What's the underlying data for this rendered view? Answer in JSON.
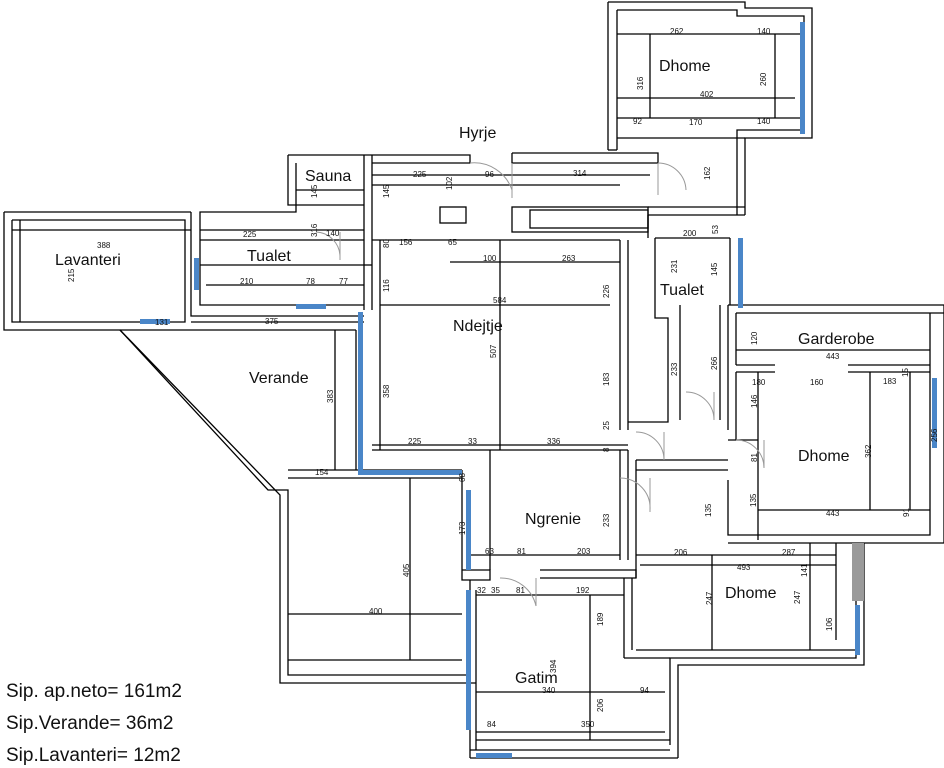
{
  "rooms": {
    "dhome_top": "Dhome",
    "hyrje": "Hyrje",
    "sauna": "Sauna",
    "tualet_left": "Tualet",
    "lavanteri": "Lavanteri",
    "tualet_right": "Tualet",
    "garderobe": "Garderobe",
    "ndejtje": "Ndejtje",
    "verande": "Verande",
    "dhome_right": "Dhome",
    "ngrenie": "Ngrenie",
    "dhome_bottom": "Dhome",
    "gatim": "Gatim"
  },
  "dimensions": {
    "d262": "262",
    "d140a": "140",
    "d316a": "316",
    "d260": "260",
    "d402": "402",
    "d92": "92",
    "d170": "170",
    "d140b": "140",
    "d225a": "225",
    "d102": "102",
    "d96": "96",
    "d314": "314",
    "d162": "162",
    "d145a": "145",
    "d145b": "145",
    "d225b": "225",
    "d316b": "316",
    "d140c": "140",
    "d80": "80",
    "d156": "156",
    "d65": "65",
    "d200": "200",
    "d53": "53",
    "d388": "388",
    "d215": "215",
    "d210": "210",
    "d78": "78",
    "d77": "77",
    "d116": "116",
    "d100": "100",
    "d263": "263",
    "d231": "231",
    "d145c": "145",
    "d131": "131",
    "d375": "375",
    "d584": "584",
    "d226": "226",
    "d120": "120",
    "d443a": "443",
    "d180": "180",
    "d160": "160",
    "d183a": "183",
    "d15": "15",
    "d507": "507",
    "d383": "383",
    "d358": "358",
    "d183b": "183",
    "d233a": "233",
    "d266": "266",
    "d146": "146",
    "d225c": "225",
    "d33": "33",
    "d336": "336",
    "d25": "25",
    "d8": "8",
    "d81a": "81",
    "d362": "362",
    "d256": "256",
    "d154": "154",
    "d68": "68",
    "d135a": "135",
    "d135b": "135",
    "d443b": "443",
    "d91": "91",
    "d173": "173",
    "d233b": "233",
    "d63": "63",
    "d81b": "81",
    "d203": "203",
    "d206": "206",
    "d287": "287",
    "d493": "493",
    "d141": "141",
    "d405": "405",
    "d32": "32",
    "d35": "35",
    "d81c": "81",
    "d192": "192",
    "d400": "400",
    "d247a": "247",
    "d247b": "247",
    "d189": "189",
    "d106": "106",
    "d394": "394",
    "d340": "340",
    "d94": "94",
    "d206b": "206",
    "d84": "84",
    "d350": "350"
  },
  "summary": {
    "line1": "Sip. ap.neto= 161m2",
    "line2": "Sip.Verande= 36m2",
    "line3": "Sip.Lavanteri= 12m2"
  },
  "colors": {
    "wall": "#000000",
    "window": "#4a86c8",
    "door": "#9a9a9a"
  }
}
